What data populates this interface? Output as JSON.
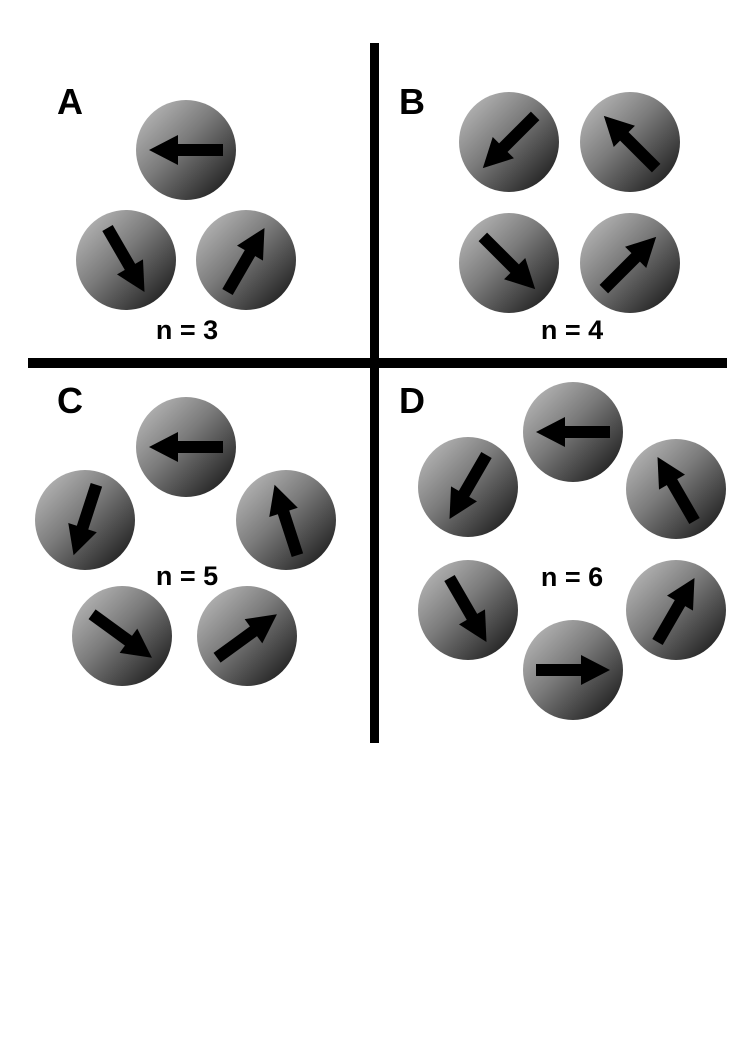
{
  "panels": [
    {
      "letter": "A",
      "label": "n = 3",
      "spins": [
        {
          "direction_deg": 180
        },
        {
          "direction_deg": 300
        },
        {
          "direction_deg": 60
        }
      ]
    },
    {
      "letter": "B",
      "label": "n = 4",
      "spins": [
        {
          "direction_deg": 225
        },
        {
          "direction_deg": 135
        },
        {
          "direction_deg": 315
        },
        {
          "direction_deg": 45
        }
      ]
    },
    {
      "letter": "C",
      "label": "n = 5",
      "spins": [
        {
          "direction_deg": 180
        },
        {
          "direction_deg": 252
        },
        {
          "direction_deg": 108
        },
        {
          "direction_deg": 324
        },
        {
          "direction_deg": 36
        }
      ]
    },
    {
      "letter": "D",
      "label": "n = 6",
      "spins": [
        {
          "direction_deg": 180
        },
        {
          "direction_deg": 240
        },
        {
          "direction_deg": 120
        },
        {
          "direction_deg": 300
        },
        {
          "direction_deg": 60
        },
        {
          "direction_deg": 0
        }
      ]
    }
  ],
  "colors": {
    "background": "#ffffff",
    "divider": "#000000",
    "sphere_light": "#b8b8b8",
    "sphere_dark": "#1a1a1a",
    "arrow": "#000000"
  }
}
